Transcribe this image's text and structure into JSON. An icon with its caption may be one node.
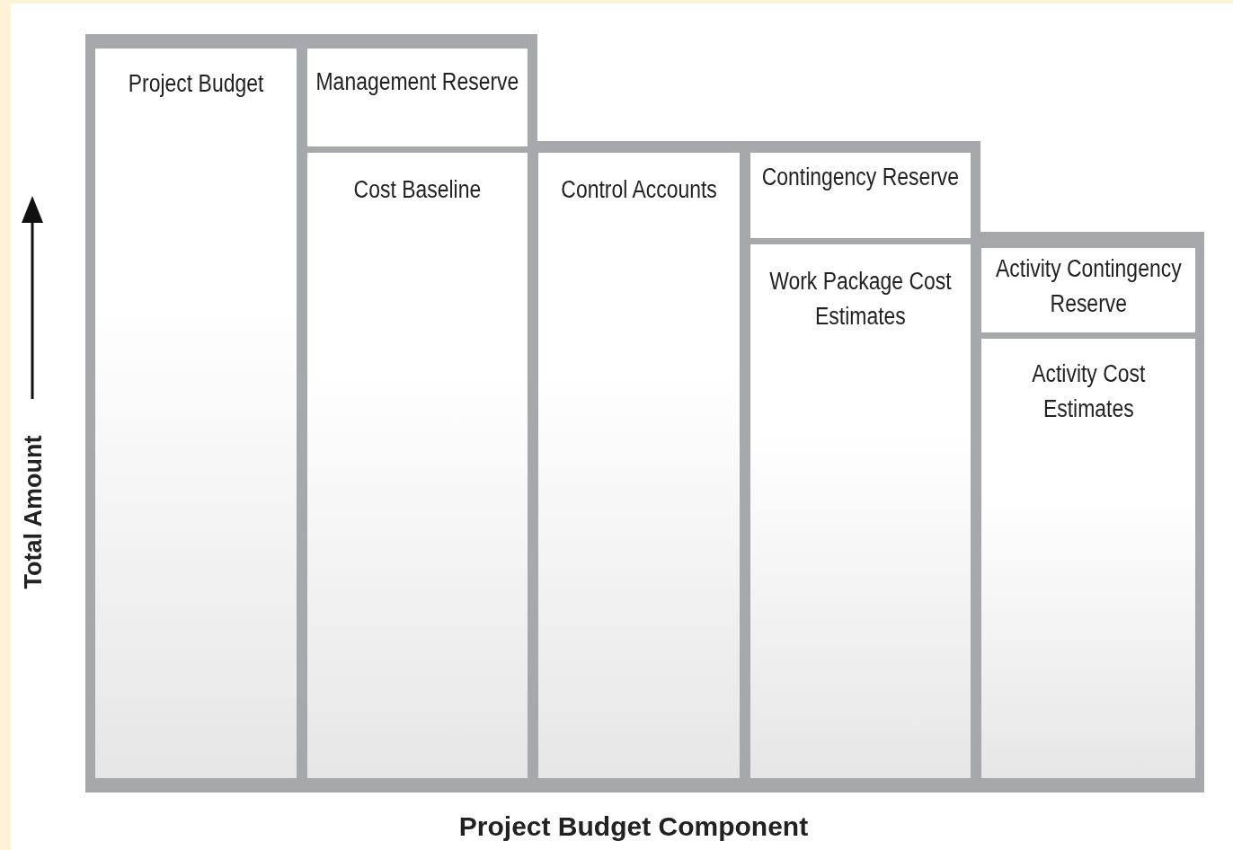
{
  "diagram": {
    "nodes": [
      {
        "text": [
          "Project Budget"
        ]
      },
      {
        "text": [
          "Management Reserve"
        ]
      },
      {
        "text": [
          "Cost Baseline"
        ]
      },
      {
        "text": [
          "Control Accounts"
        ]
      },
      {
        "text": [
          "Contingency Reserve"
        ]
      },
      {
        "text": [
          "Work Package Cost Estimates"
        ]
      },
      {
        "text": [
          "Activity Contingency Reserve"
        ]
      },
      {
        "text": [
          "Activity Cost Estimates"
        ]
      }
    ],
    "labels": [
      "Total Amount",
      "Project Budget Component"
    ]
  }
}
